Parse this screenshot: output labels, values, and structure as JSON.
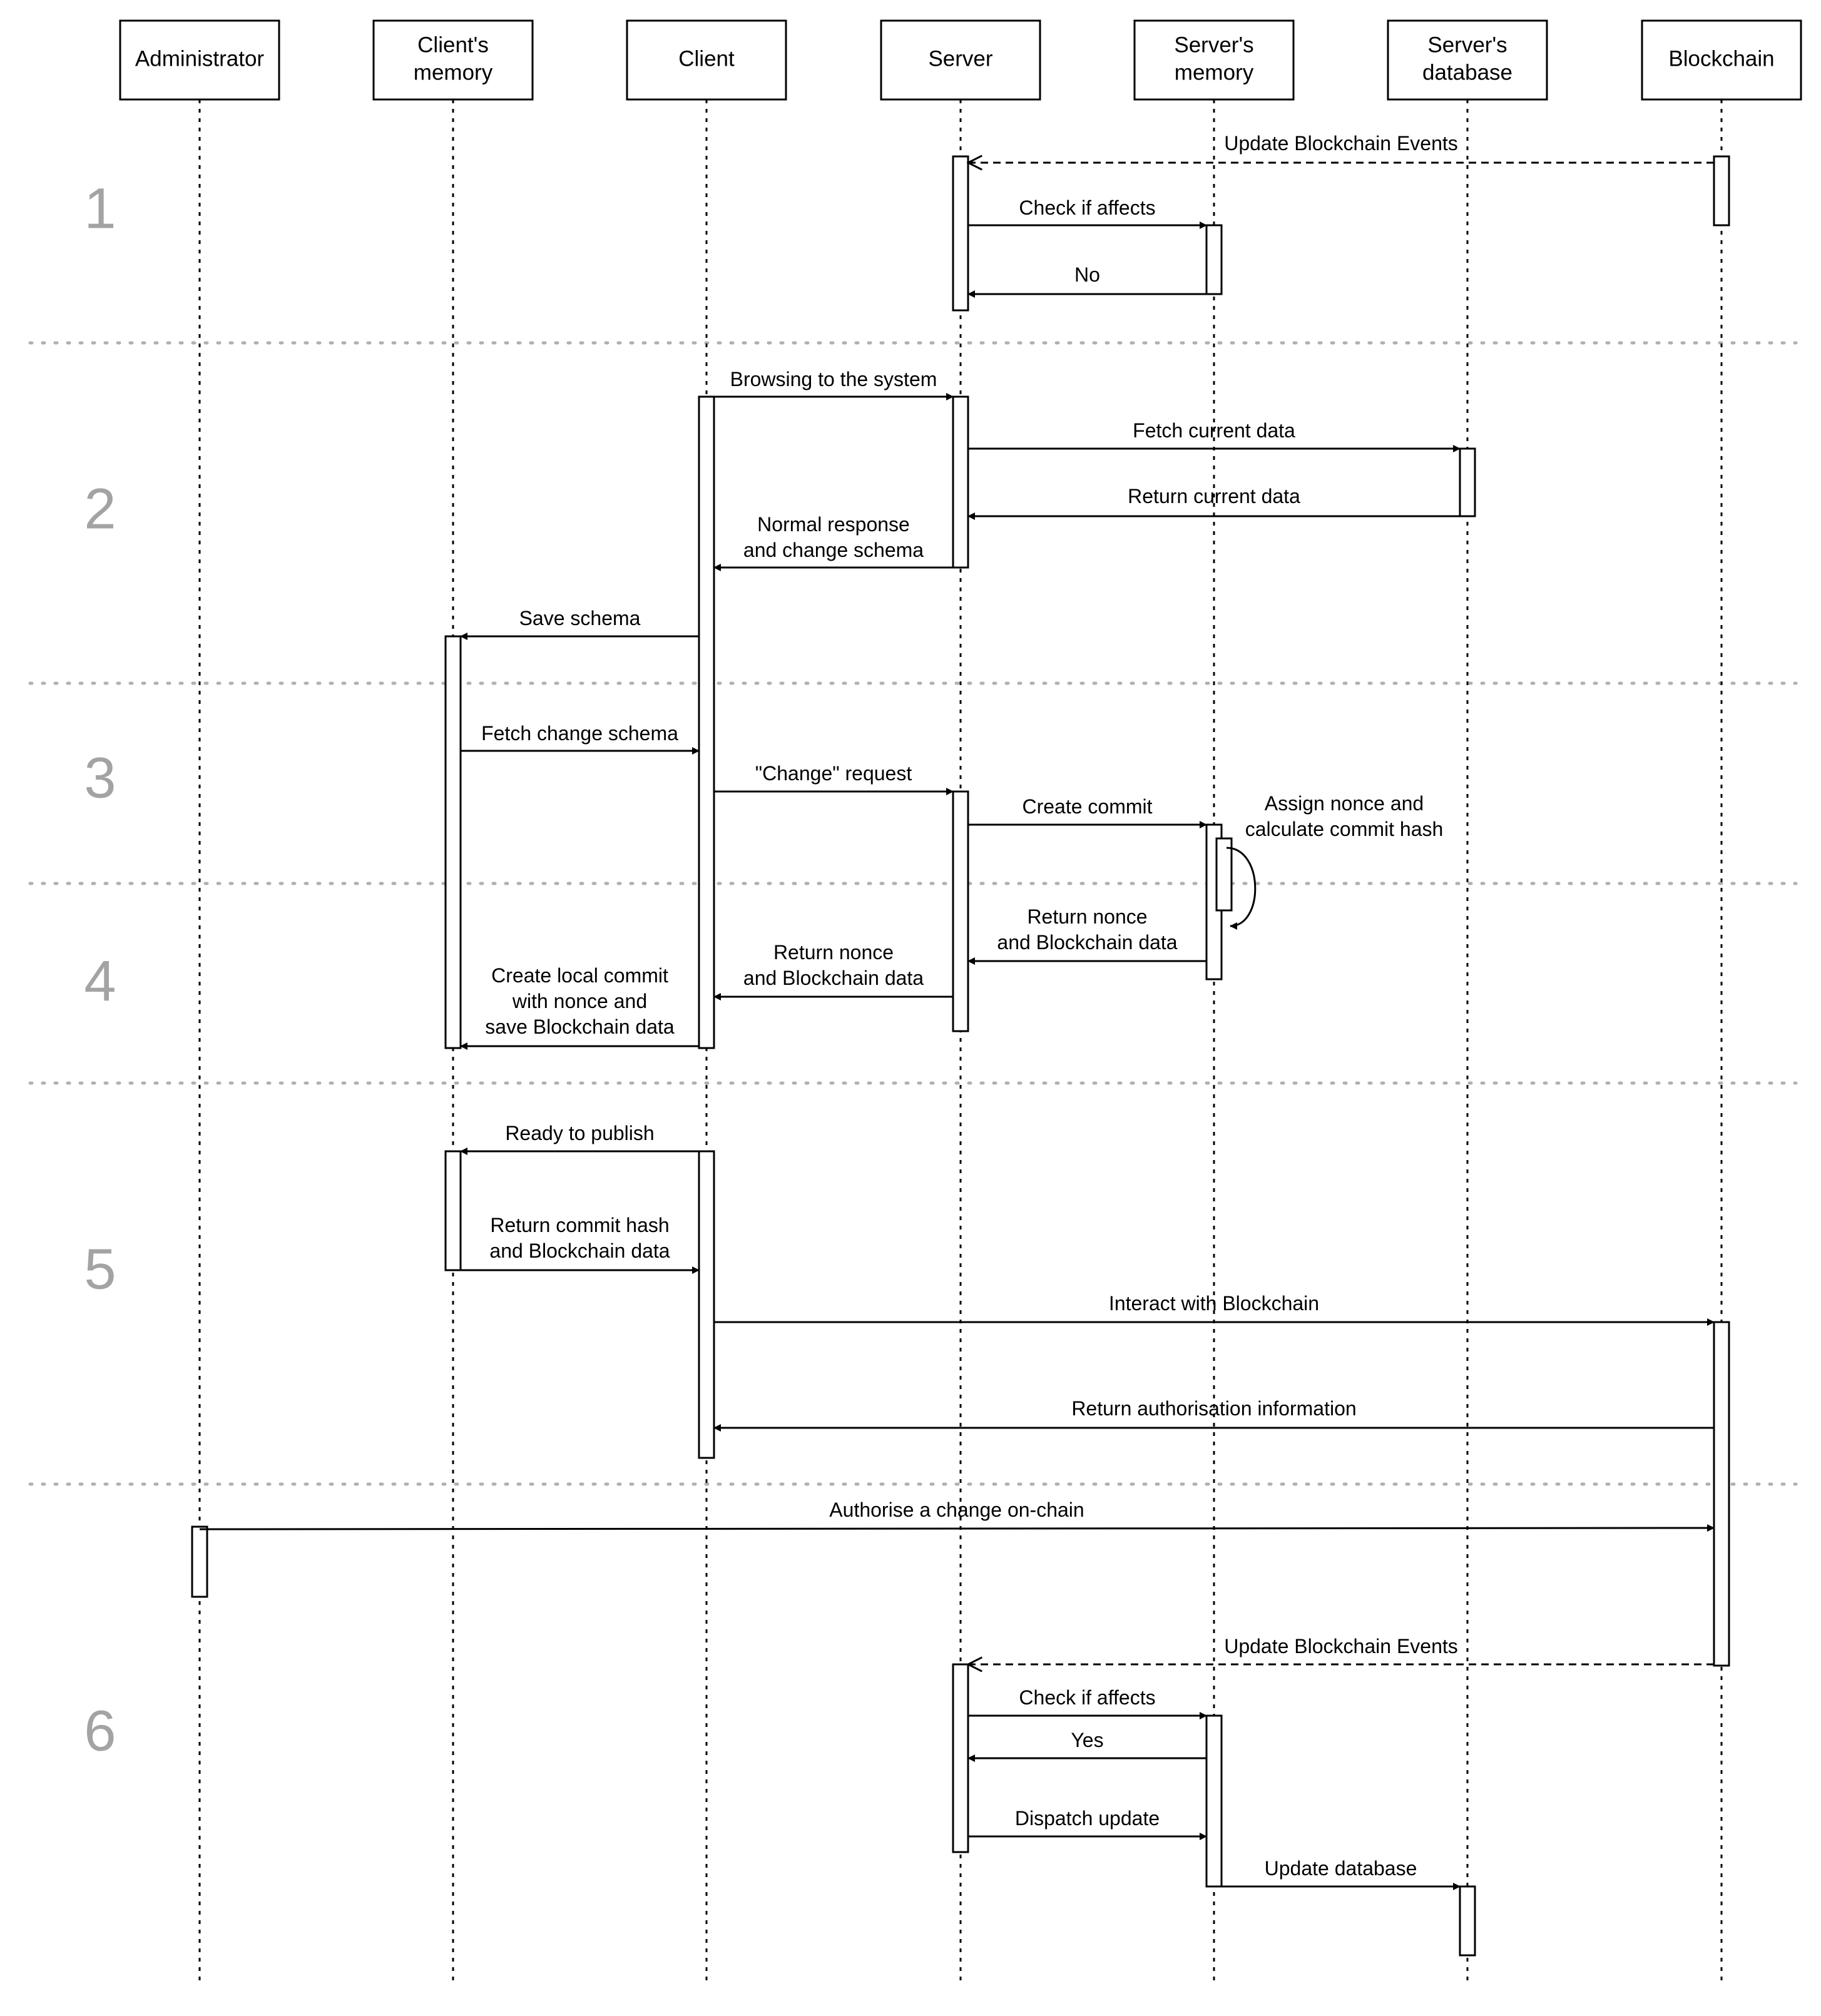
{
  "participants": [
    {
      "id": "admin",
      "label": [
        "Administrator"
      ]
    },
    {
      "id": "cmem",
      "label": [
        "Client's",
        "memory"
      ]
    },
    {
      "id": "client",
      "label": [
        "Client"
      ]
    },
    {
      "id": "server",
      "label": [
        "Server"
      ]
    },
    {
      "id": "smem",
      "label": [
        "Server's",
        "memory"
      ]
    },
    {
      "id": "sdb",
      "label": [
        "Server's",
        "database"
      ]
    },
    {
      "id": "chain",
      "label": [
        "Blockchain"
      ]
    }
  ],
  "sections": [
    "1",
    "2",
    "3",
    "4",
    "5",
    "6"
  ],
  "messages": [
    {
      "id": "m1",
      "from": "chain",
      "to": "server",
      "style": "dashed",
      "label": [
        "Update Blockchain Events"
      ]
    },
    {
      "id": "m2",
      "from": "server",
      "to": "smem",
      "style": "solid",
      "label": [
        "Check if affects"
      ]
    },
    {
      "id": "m3",
      "from": "smem",
      "to": "server",
      "style": "solid",
      "label": [
        "No"
      ]
    },
    {
      "id": "m4",
      "from": "client",
      "to": "server",
      "style": "solid",
      "label": [
        "Browsing to the system"
      ]
    },
    {
      "id": "m5",
      "from": "server",
      "to": "sdb",
      "style": "solid",
      "label": [
        "Fetch current data"
      ]
    },
    {
      "id": "m6",
      "from": "sdb",
      "to": "server",
      "style": "solid",
      "label": [
        "Return current data"
      ]
    },
    {
      "id": "m7",
      "from": "server",
      "to": "client",
      "style": "solid",
      "label": [
        "Normal response",
        "and change schema"
      ]
    },
    {
      "id": "m8",
      "from": "client",
      "to": "cmem",
      "style": "solid",
      "label": [
        "Save schema"
      ]
    },
    {
      "id": "m9",
      "from": "cmem",
      "to": "client",
      "style": "solid",
      "label": [
        "Fetch change schema"
      ]
    },
    {
      "id": "m10",
      "from": "client",
      "to": "server",
      "style": "solid",
      "label": [
        "\"Change\" request"
      ]
    },
    {
      "id": "m11",
      "from": "server",
      "to": "smem",
      "style": "solid",
      "label": [
        "Create commit"
      ]
    },
    {
      "id": "m12",
      "from": "smem",
      "to": "smem",
      "style": "self",
      "label": [
        "Assign nonce and",
        "calculate commit hash"
      ]
    },
    {
      "id": "m13",
      "from": "smem",
      "to": "server",
      "style": "solid",
      "label": [
        "Return nonce",
        "and Blockchain data"
      ]
    },
    {
      "id": "m14",
      "from": "server",
      "to": "client",
      "style": "solid",
      "label": [
        "Return nonce",
        "and Blockchain data"
      ]
    },
    {
      "id": "m15",
      "from": "client",
      "to": "cmem",
      "style": "solid",
      "label": [
        "Create local commit",
        "with nonce and",
        "save Blockchain data"
      ]
    },
    {
      "id": "m16",
      "from": "client",
      "to": "cmem",
      "style": "solid",
      "label": [
        "Ready to publish"
      ]
    },
    {
      "id": "m17",
      "from": "cmem",
      "to": "client",
      "style": "solid",
      "label": [
        "Return commit hash",
        "and Blockchain data"
      ]
    },
    {
      "id": "m18",
      "from": "client",
      "to": "chain",
      "style": "solid",
      "label": [
        "Interact with Blockchain"
      ]
    },
    {
      "id": "m19",
      "from": "chain",
      "to": "client",
      "style": "solid",
      "label": [
        "Return authorisation information"
      ]
    },
    {
      "id": "m20",
      "from": "admin",
      "to": "chain",
      "style": "solid",
      "label": [
        "Authorise a change on-chain"
      ]
    },
    {
      "id": "m21",
      "from": "chain",
      "to": "server",
      "style": "dashed",
      "label": [
        "Update Blockchain Events"
      ]
    },
    {
      "id": "m22",
      "from": "server",
      "to": "smem",
      "style": "solid",
      "label": [
        "Check if affects"
      ]
    },
    {
      "id": "m23",
      "from": "smem",
      "to": "server",
      "style": "solid",
      "label": [
        "Yes"
      ]
    },
    {
      "id": "m24",
      "from": "server",
      "to": "smem",
      "style": "solid",
      "label": [
        "Dispatch update"
      ]
    },
    {
      "id": "m25",
      "from": "smem",
      "to": "sdb",
      "style": "solid",
      "label": [
        "Update database"
      ]
    }
  ]
}
